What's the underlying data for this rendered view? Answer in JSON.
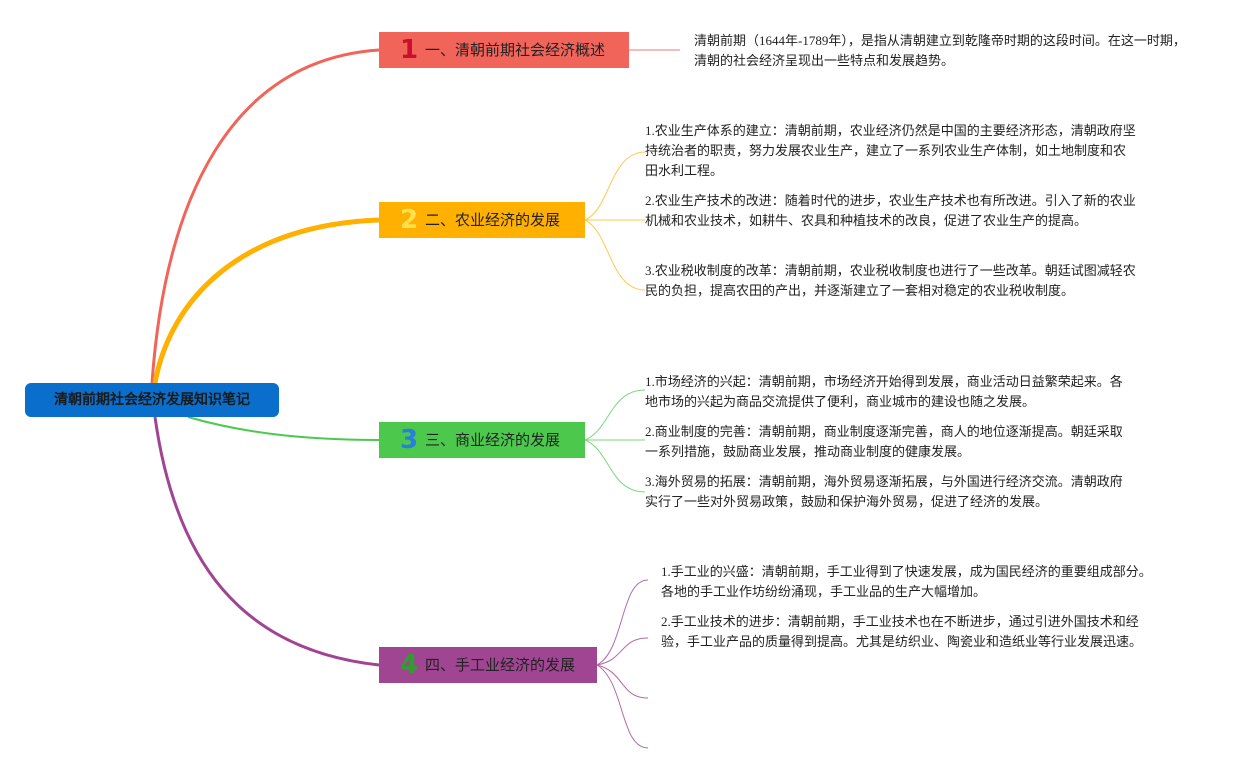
{
  "root": {
    "label": "清朝前期社会经济发展知识笔记"
  },
  "branches": [
    {
      "number": "1",
      "label": "一、清朝前期社会经济概述",
      "color": "#f0645a",
      "notes": [
        "清朝前期（1644年-1789年），是指从清朝建立到乾隆帝时期的这段时间。在这一时期，清朝的社会经济呈现出一些特点和发展趋势。"
      ]
    },
    {
      "number": "2",
      "label": "二、农业经济的发展",
      "color": "#ffb000",
      "notes": [
        "1.农业生产体系的建立：清朝前期，农业经济仍然是中国的主要经济形态，清朝政府坚持统治者的职责，努力发展农业生产，建立了一系列农业生产体制，如土地制度和农田水利工程。",
        "2.农业生产技术的改进：随着时代的进步，农业生产技术也有所改进。引入了新的农业机械和农业技术，如耕牛、农具和种植技术的改良，促进了农业生产的提高。",
        "3.农业税收制度的改革：清朝前期，农业税收制度也进行了一些改革。朝廷试图减轻农民的负担，提高农田的产出，并逐渐建立了一套相对稳定的农业税收制度。"
      ]
    },
    {
      "number": "3",
      "label": "三、商业经济的发展",
      "color": "#4cc94c",
      "notes": [
        "1.市场经济的兴起：清朝前期，市场经济开始得到发展，商业活动日益繁荣起来。各地市场的兴起为商品交流提供了便利，商业城市的建设也随之发展。",
        "2.商业制度的完善：清朝前期，商业制度逐渐完善，商人的地位逐渐提高。朝廷采取一系列措施，鼓励商业发展，推动商业制度的健康发展。",
        "3.海外贸易的拓展：清朝前期，海外贸易逐渐拓展，与外国进行经济交流。清朝政府实行了一些对外贸易政策，鼓励和保护海外贸易，促进了经济的发展。"
      ]
    },
    {
      "number": "4",
      "label": "四、手工业经济的发展",
      "color": "#a04592",
      "notes": [
        "1.手工业的兴盛：清朝前期，手工业得到了快速发展，成为国民经济的重要组成部分。各地的手工业作坊纷纷涌现，手工业品的生产大幅增加。",
        "2.手工业技术的进步：清朝前期，手工业技术也在不断进步，通过引进外国技术和经验，手工业产品的质量得到提高。尤其是纺织业、陶瓷业和造纸业等行业发展迅速。"
      ]
    }
  ]
}
